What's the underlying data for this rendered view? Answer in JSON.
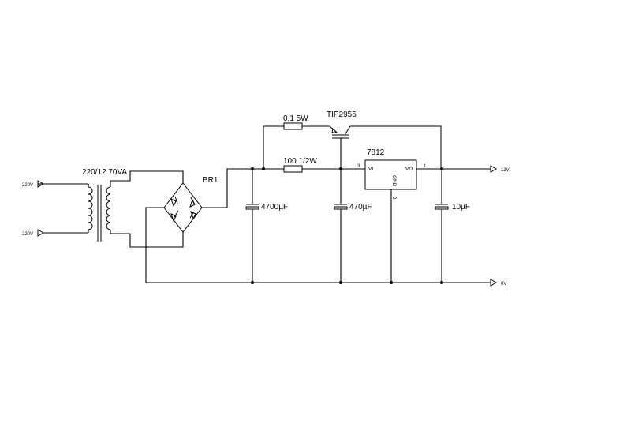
{
  "labels": {
    "input_top": "220V",
    "input_bottom": "220V",
    "transformer": "220/12 70VA",
    "bridge": "BR1",
    "resistor_power": "0.1 5W",
    "transistor": "TIP2955",
    "regulator": "7812",
    "resistor_bias": "100 1/2W",
    "cap_main": "4700µF",
    "cap_mid": "470µF",
    "cap_out": "10µF",
    "output_pos": "12V",
    "output_gnd": "0V"
  },
  "regulator_pins": {
    "vi": "VI",
    "vo": "VO",
    "gnd": "GND",
    "pin_in": "3",
    "pin_out": "1",
    "pin_gnd": "2"
  }
}
